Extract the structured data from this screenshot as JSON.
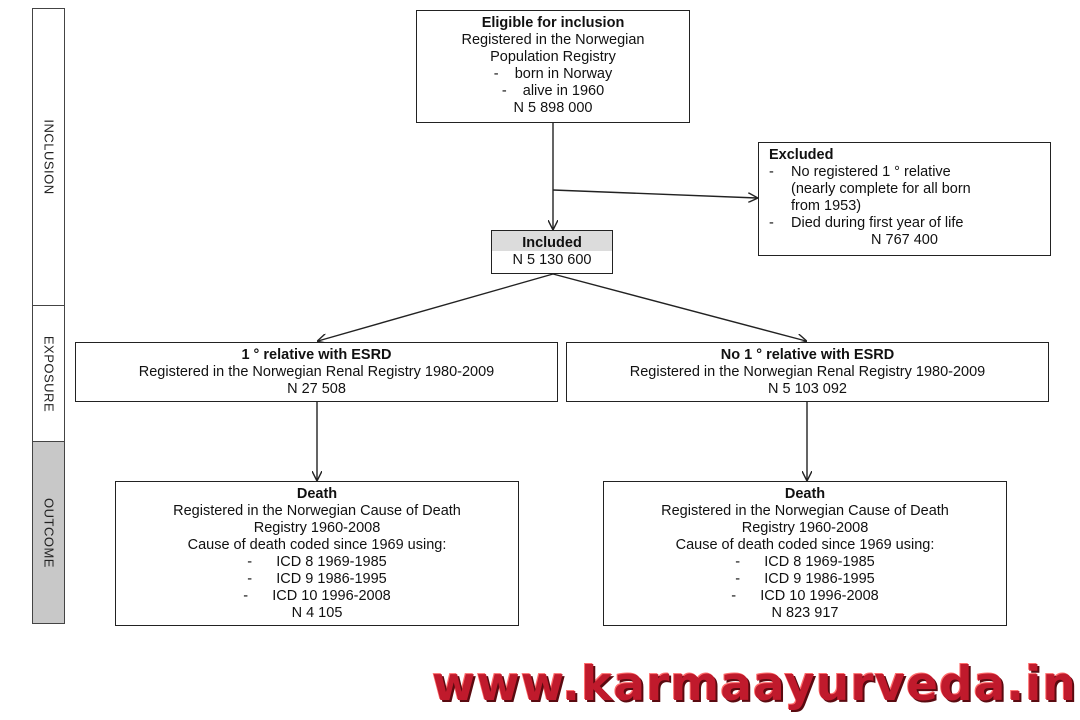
{
  "sidebar": {
    "inclusion": "INCLUSION",
    "exposure": "EXPOSURE",
    "outcome": "OUTCOME",
    "outcome_bg": "#c8c8c8"
  },
  "eligible": {
    "title": "Eligible for inclusion",
    "line1": "Registered in the Norwegian",
    "line2": "Population Registry",
    "bullet1": "born in Norway",
    "bullet2": "alive in 1960",
    "n": "N 5 898 000"
  },
  "excluded": {
    "title": "Excluded",
    "bullet1_a": "No registered 1 ° relative",
    "bullet1_b": "(nearly complete for all born",
    "bullet1_c": "from 1953)",
    "bullet2": "Died during first year of life",
    "n": "N 767 400"
  },
  "included": {
    "title": "Included",
    "n": "N 5 130 600",
    "bg": "#dcdcdc"
  },
  "exposed": {
    "title": "1 ° relative with ESRD",
    "line1": "Registered in the Norwegian Renal Registry 1980-2009",
    "n": "N 27 508"
  },
  "unexposed": {
    "title": "No 1 ° relative with ESRD",
    "line1": "Registered in the Norwegian Renal Registry 1980-2009",
    "n": "N 5 103 092"
  },
  "death_left": {
    "title": "Death",
    "line1": "Registered in the Norwegian Cause of Death",
    "line2": "Registry 1960-2008",
    "line3": "Cause of death coded since 1969 using:",
    "icd1": "ICD 8 1969-1985",
    "icd2": "ICD 9 1986-1995",
    "icd3": "ICD 10 1996-2008",
    "n": "N 4 105"
  },
  "death_right": {
    "title": "Death",
    "line1": "Registered in the Norwegian Cause of Death",
    "line2": "Registry 1960-2008",
    "line3": "Cause of death coded since 1969 using:",
    "icd1": "ICD 8 1969-1985",
    "icd2": "ICD 9 1986-1995",
    "icd3": "ICD 10 1996-2008",
    "n": "N 823 917"
  },
  "watermark": {
    "text": "www.karmaayurveda.in",
    "color": "#c01a2c"
  }
}
